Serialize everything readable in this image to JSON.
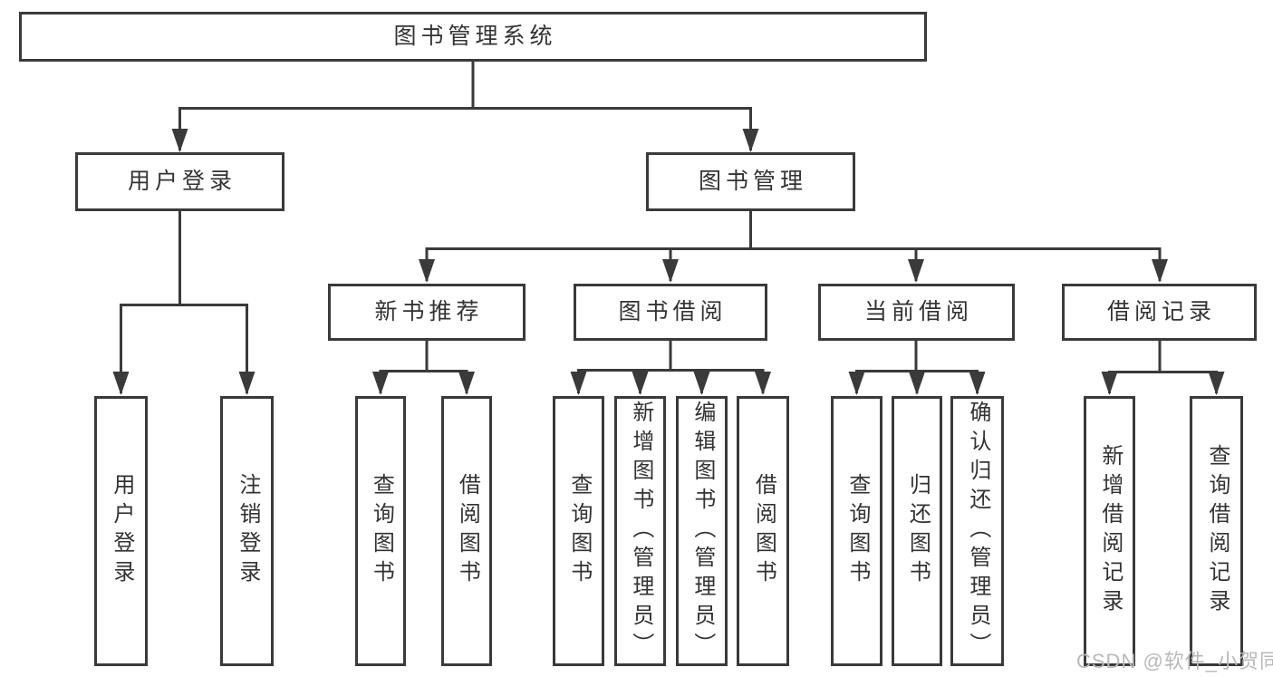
{
  "diagram_type": "hierarchy",
  "colors": {
    "line": "#3a3a3a",
    "box_border": "#3a3a3a",
    "text": "#333333",
    "background": "#ffffff",
    "watermark": "#b9b9b9"
  },
  "tree": {
    "root": {
      "label": "图书管理系统"
    },
    "level2": [
      {
        "label": "用户登录",
        "children": [
          {
            "label": "用户登录"
          },
          {
            "label": "注销登录"
          }
        ]
      },
      {
        "label": "图书管理",
        "children": [
          {
            "label": "新书推荐",
            "children": [
              {
                "label": "查询图书"
              },
              {
                "label": "借阅图书"
              }
            ]
          },
          {
            "label": "图书借阅",
            "children": [
              {
                "label": "查询图书"
              },
              {
                "label": "新增图书（管理员）"
              },
              {
                "label": "编辑图书（管理员）"
              },
              {
                "label": "借阅图书"
              }
            ]
          },
          {
            "label": "当前借阅",
            "children": [
              {
                "label": "查询图书"
              },
              {
                "label": "归还图书"
              },
              {
                "label": "确认归还（管理员）"
              }
            ]
          },
          {
            "label": "借阅记录",
            "children": [
              {
                "label": "新增借阅记录"
              },
              {
                "label": "查询借阅记录"
              }
            ]
          }
        ]
      }
    ]
  },
  "watermark": {
    "text": "CSDN @软件_小贺同学"
  }
}
